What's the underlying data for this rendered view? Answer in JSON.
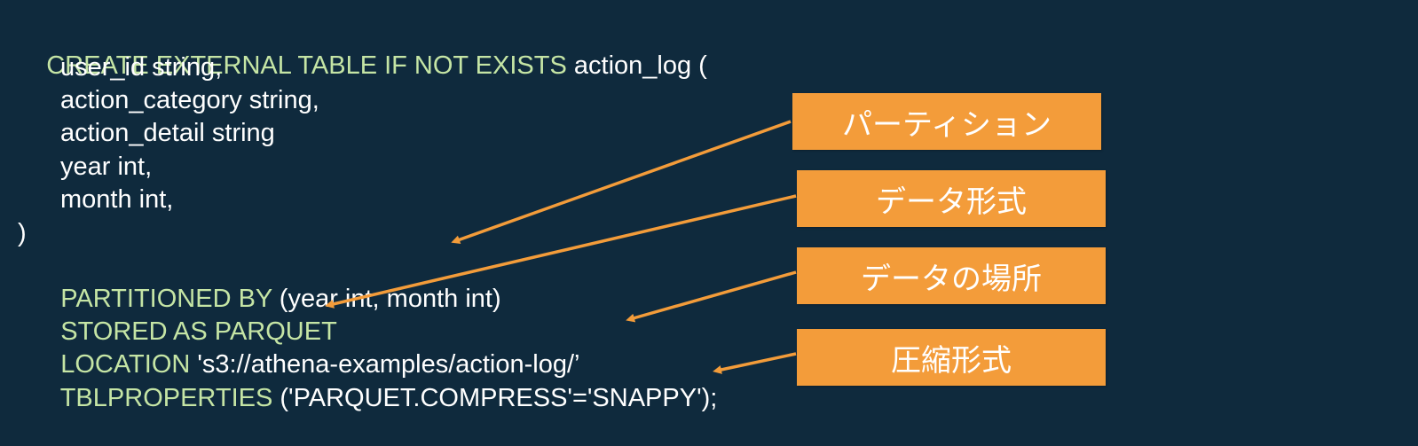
{
  "colors": {
    "background": "#0f2a3d",
    "keyword": "#c5e5a5",
    "text": "#ffffff",
    "label": "#f39c3a",
    "arrow": "#f39c3a"
  },
  "code": {
    "line1": {
      "kw": "CREATE EXTERNAL TABLE IF NOT EXISTS",
      "rest": " action_log ("
    },
    "line2": "user_id string,",
    "line3": "action_category string,",
    "line4": "action_detail string",
    "line5": "year int,",
    "line6": "month int,",
    "line7": ")",
    "line8": {
      "kw": "PARTITIONED BY",
      "rest": " (year int, month int)"
    },
    "line9": {
      "kw": "STORED AS PARQUET"
    },
    "line10": {
      "kw": "LOCATION",
      "rest": " 's3://athena-examples/action-log/’"
    },
    "line11": {
      "kw": "TBLPROPERTIES",
      "rest": " ('PARQUET.COMPRESS'='SNAPPY');"
    }
  },
  "labels": {
    "partition": "パーティション",
    "data_format": "データ形式",
    "data_location": "データの場所",
    "compression_format": "圧縮形式"
  }
}
